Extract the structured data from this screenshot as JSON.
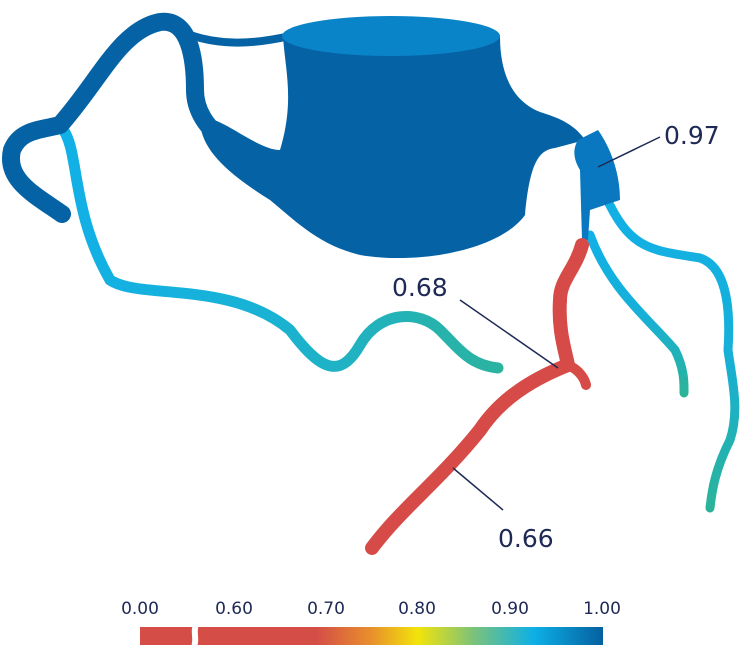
{
  "annotations": [
    {
      "id": "lcx-proximal",
      "text": "0.97"
    },
    {
      "id": "lad-proximal",
      "text": "0.68"
    },
    {
      "id": "lad-distal",
      "text": "0.66"
    }
  ],
  "colorbar": {
    "ticks": [
      "0.00",
      "0.60",
      "0.70",
      "0.80",
      "0.90",
      "1.00"
    ],
    "colors": {
      "red": "#d44d47",
      "orange": "#e8902c",
      "yellow": "#f2e40a",
      "green": "#7cc27a",
      "cyan": "#0db0e6",
      "blue": "#0560a0"
    }
  },
  "colors": {
    "aorta": "#0563a5",
    "aorta_top": "#0a84c8",
    "cyan": "#11b0e6",
    "teal": "#2bb3a8",
    "red": "#d64b47",
    "label": "#1e2a55"
  }
}
